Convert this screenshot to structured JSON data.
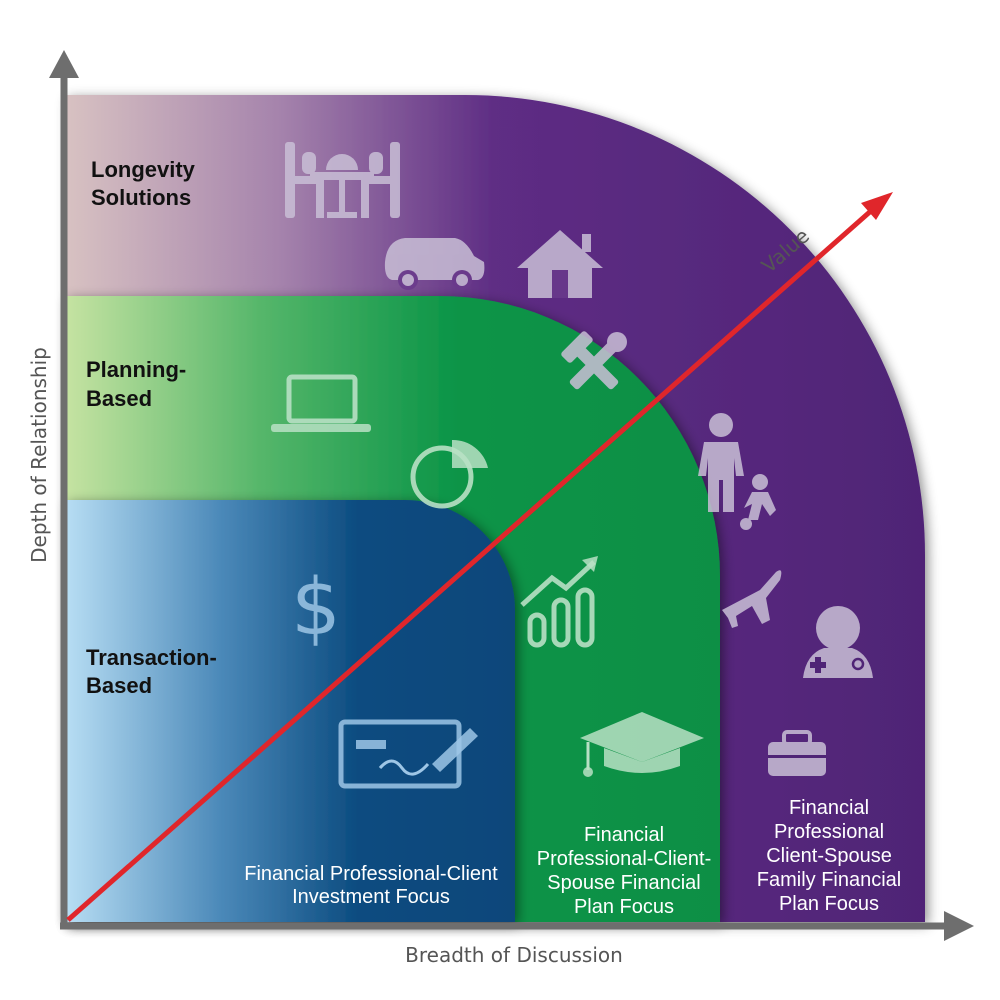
{
  "tiers": {
    "longevity": {
      "label_line1": "Longevity",
      "label_line2": "Solutions",
      "color": "#5a2a7e"
    },
    "planning": {
      "label_line1": "Planning-",
      "label_line2": "Based",
      "color": "#0a9447"
    },
    "transaction": {
      "label_line1": "Transaction-",
      "label_line2": "Based",
      "color": "#0b4a7d"
    }
  },
  "focus": {
    "transaction": {
      "line1": "Financial Professional-Client",
      "line2": "Investment Focus"
    },
    "planning": {
      "line1": "Financial",
      "line2": "Professional-Client-",
      "line3": "Spouse Financial",
      "line4": "Plan Focus"
    },
    "longevity": {
      "line1": "Financial",
      "line2": "Professional",
      "line3": "Client-Spouse",
      "line4": "Family Financial",
      "line5": "Plan Focus"
    }
  },
  "axes": {
    "x_label": "Breadth of Discussion",
    "y_label": "Depth of Relationship",
    "diagonal_label": "Value",
    "diagonal_color": "#e0262b",
    "axis_color": "#6e6e6e"
  },
  "icons": {
    "longevity": [
      "dining-table-icon",
      "car-icon",
      "house-icon",
      "tools-icon",
      "parent-child-icon",
      "airplane-icon",
      "doctor-icon",
      "briefcase-icon"
    ],
    "planning": [
      "laptop-icon",
      "pie-chart-icon",
      "growth-chart-icon",
      "graduation-cap-icon"
    ],
    "transaction": [
      "dollar-sign-icon",
      "check-signature-icon"
    ]
  }
}
